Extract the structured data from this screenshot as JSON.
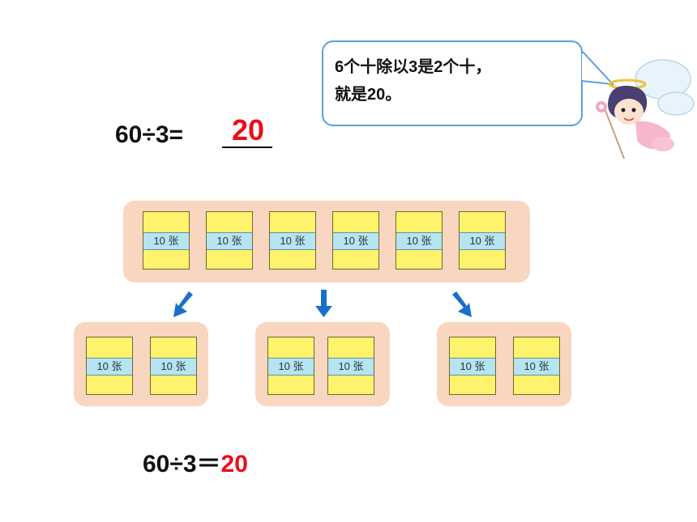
{
  "top_equation": {
    "expression": "60÷3=",
    "answer": "20"
  },
  "speech": {
    "line1": "6个十除以3是2个十，",
    "line2": "就是20。"
  },
  "pack_label": "10 张",
  "top_pack_count": 6,
  "groups": [
    {
      "pack_count": 2
    },
    {
      "pack_count": 2
    },
    {
      "pack_count": 2
    }
  ],
  "bottom_equation": {
    "expression": "60÷3＝",
    "answer": "20"
  },
  "colors": {
    "answer": "#e8101a",
    "arrow": "#1a6fc8",
    "bubble_border": "#5aa0e0",
    "group_bg": "#f9d6bf",
    "pack": "#fff36d",
    "band": "#b5e4f3"
  },
  "icons": [
    "arrow-down-left-icon",
    "arrow-down-icon",
    "arrow-down-right-icon",
    "fairy-character"
  ]
}
